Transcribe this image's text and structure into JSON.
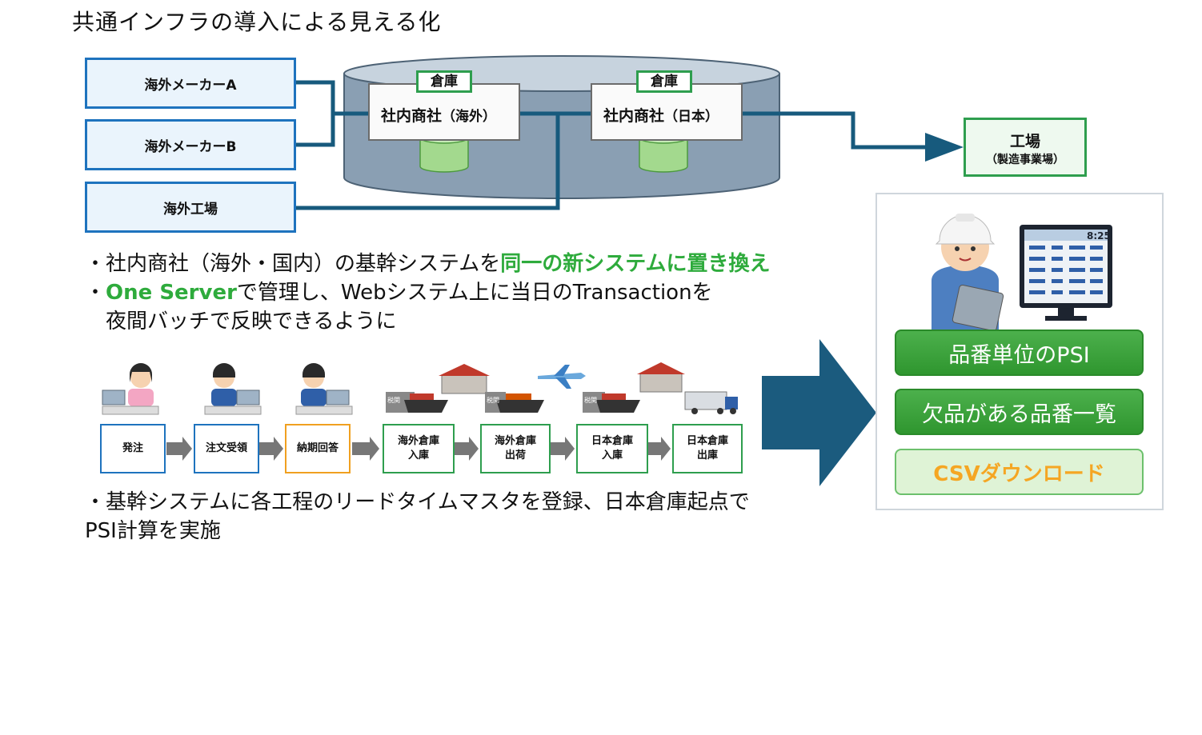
{
  "title": "共通インフラの導入による見える化",
  "sources": [
    "海外メーカーA",
    "海外メーカーB",
    "海外工場"
  ],
  "merchants": [
    {
      "tag": "倉庫",
      "name": "社内商社",
      "paren": "（海外）"
    },
    {
      "tag": "倉庫",
      "name": "社内商社",
      "paren": "（日本）"
    }
  ],
  "factory": {
    "name": "工場",
    "sub": "（製造事業場）"
  },
  "bullets": {
    "b1_pre": "・社内商社（海外・国内）の基幹システムを",
    "b1_em": "同一の新システムに置き換え",
    "b2_dot": "・",
    "b2_em": "One Server",
    "b2_rest": "で管理し、Webシステム上に当日のTransactionを",
    "b2_line2": "夜間バッチで反映できるように",
    "b3_line1": "・基幹システムに各工程のリードタイムマスタを登録、日本倉庫起点で",
    "b3_line2": "PSI計算を実施"
  },
  "steps": [
    {
      "line1": "発注",
      "line2": ""
    },
    {
      "line1": "注文受領",
      "line2": ""
    },
    {
      "line1": "納期回答",
      "line2": ""
    },
    {
      "line1": "海外倉庫",
      "line2": "入庫"
    },
    {
      "line1": "海外倉庫",
      "line2": "出荷"
    },
    {
      "line1": "日本倉庫",
      "line2": "入庫"
    },
    {
      "line1": "日本倉庫",
      "line2": "出庫"
    }
  ],
  "customs_label": "税関",
  "monitor_time": "8:25",
  "panel_buttons": [
    "品番単位のPSI",
    "欠品がある品番一覧",
    "CSVダウンロード"
  ],
  "colors": {
    "blue": "#1e73be",
    "line": "#175a7d",
    "green": "#2e9e4e",
    "orange": "#f0a020",
    "arrow": "#1b5b7e"
  }
}
